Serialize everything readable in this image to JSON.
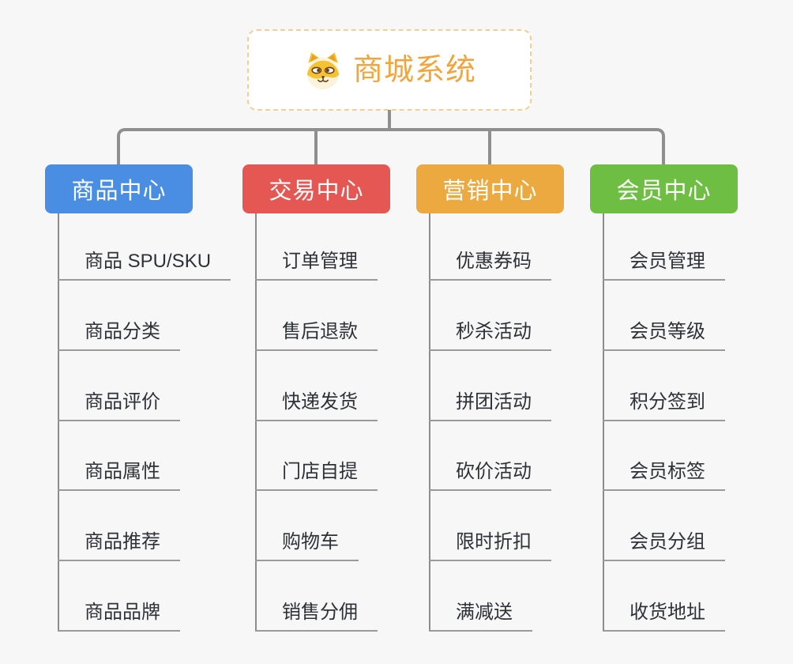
{
  "canvas": {
    "background": "#f7f7f7",
    "connector_color": "#8f8f8f"
  },
  "root": {
    "title": "商城系统",
    "icon": "shiba-dog-icon",
    "title_color": "#f0a63e",
    "border_color": "#f3cf96"
  },
  "branches": [
    {
      "id": "product-center",
      "label": "商品中心",
      "color": "#4a8ee4",
      "items": [
        "商品 SPU/SKU",
        "商品分类",
        "商品评价",
        "商品属性",
        "商品推荐",
        "商品品牌"
      ]
    },
    {
      "id": "transaction-center",
      "label": "交易中心",
      "color": "#e55753",
      "items": [
        "订单管理",
        "售后退款",
        "快递发货",
        "门店自提",
        "购物车",
        "销售分佣"
      ]
    },
    {
      "id": "marketing-center",
      "label": "营销中心",
      "color": "#eca93f",
      "items": [
        "优惠券码",
        "秒杀活动",
        "拼团活动",
        "砍价活动",
        "限时折扣",
        "满减送"
      ]
    },
    {
      "id": "membership-center",
      "label": "会员中心",
      "color": "#6fbe44",
      "items": [
        "会员管理",
        "会员等级",
        "积分签到",
        "会员标签",
        "会员分组",
        "收货地址"
      ]
    }
  ]
}
